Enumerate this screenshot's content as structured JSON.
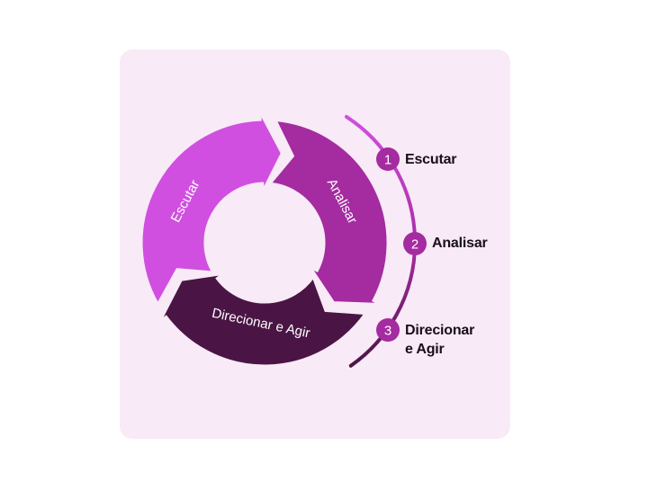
{
  "cycle": {
    "segments": [
      {
        "label": "Escutar",
        "color": "#d04fe0"
      },
      {
        "label": "Analisar",
        "color": "#a42ba0"
      },
      {
        "label": "Direcionar e Agir",
        "color": "#4a1545"
      }
    ]
  },
  "steps": [
    {
      "number": "1",
      "label": "Escutar"
    },
    {
      "number": "2",
      "label": "Analisar"
    },
    {
      "number": "3",
      "label_line1": "Direcionar",
      "label_line2": "e Agir"
    }
  ],
  "colors": {
    "card_bg": "#f8eaf7",
    "badge": "#a42ba0",
    "arc_top": "#d04fe0",
    "arc_bottom": "#4a1545"
  }
}
